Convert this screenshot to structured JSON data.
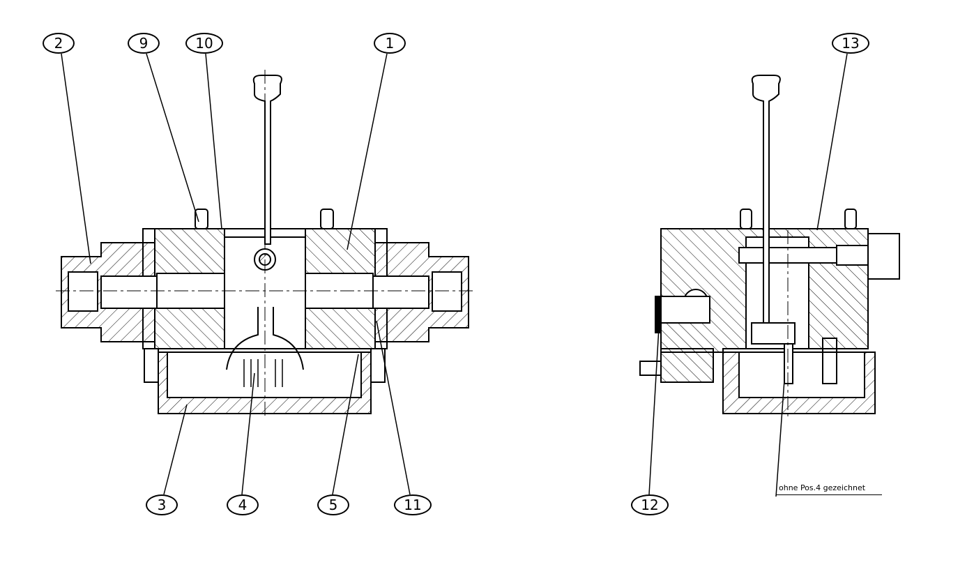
{
  "callouts": [
    {
      "id": "c2",
      "label": "2"
    },
    {
      "id": "c9",
      "label": "9"
    },
    {
      "id": "c10",
      "label": "10"
    },
    {
      "id": "c1",
      "label": "1"
    },
    {
      "id": "c13",
      "label": "13"
    },
    {
      "id": "c3",
      "label": "3"
    },
    {
      "id": "c4",
      "label": "4"
    },
    {
      "id": "c5",
      "label": "5"
    },
    {
      "id": "c11",
      "label": "11"
    },
    {
      "id": "c12",
      "label": "12"
    }
  ],
  "note": "ohne Pos.4 gezeichnet",
  "colors": {
    "line": "#000000",
    "background": "#ffffff"
  }
}
